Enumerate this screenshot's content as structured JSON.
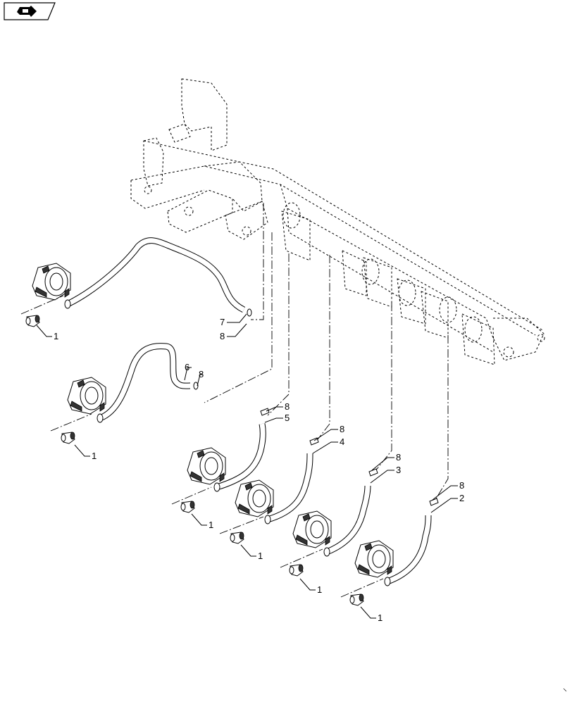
{
  "nav_icon": "page-arrow-icon",
  "callouts": {
    "c1": "1",
    "c2": "2",
    "c3": "3",
    "c4": "4",
    "c5": "5",
    "c6": "6",
    "c7": "7",
    "c8": "8"
  }
}
